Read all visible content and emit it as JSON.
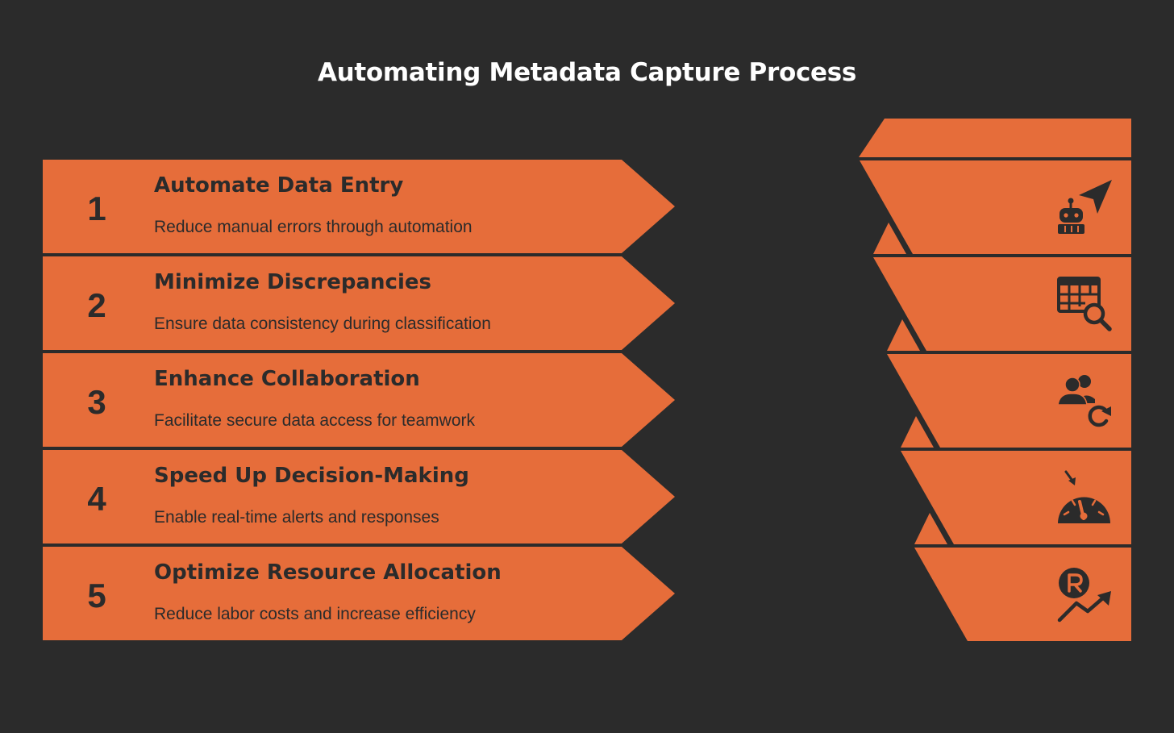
{
  "title": "Automating Metadata Capture Process",
  "colors": {
    "background": "#2b2b2b",
    "accent": "#e66d3a",
    "text_dark": "#2b2b2b",
    "title_text": "#ffffff"
  },
  "steps": [
    {
      "number": "1",
      "title": "Automate Data Entry",
      "description": "Reduce manual errors through automation",
      "icon": "robot-pointer-icon"
    },
    {
      "number": "2",
      "title": "Minimize Discrepancies",
      "description": "Ensure data consistency during classification",
      "icon": "table-search-icon"
    },
    {
      "number": "3",
      "title": "Enhance Collaboration",
      "description": "Facilitate secure data access for teamwork",
      "icon": "users-refresh-icon"
    },
    {
      "number": "4",
      "title": "Speed Up Decision-Making",
      "description": "Enable real-time alerts and responses",
      "icon": "speedometer-icon"
    },
    {
      "number": "5",
      "title": "Optimize Resource Allocation",
      "description": "Reduce labor costs and increase efficiency",
      "icon": "resource-growth-icon"
    }
  ]
}
